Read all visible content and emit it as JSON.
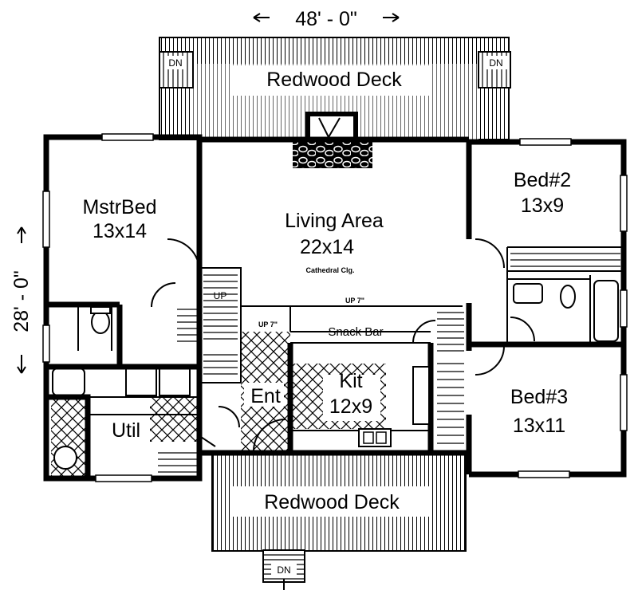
{
  "dimensions": {
    "width": "48' - 0\"",
    "depth": "28' - 0\""
  },
  "rooms": {
    "deck_top": "Redwood Deck",
    "deck_bottom": "Redwood Deck",
    "master_bed": {
      "name": "MstrBed",
      "size": "13x14"
    },
    "living": {
      "name": "Living Area",
      "size": "22x14",
      "note": "Cathedral Clg."
    },
    "bed2": {
      "name": "Bed#2",
      "size": "13x9"
    },
    "bed3": {
      "name": "Bed#3",
      "size": "13x11"
    },
    "kitchen": {
      "name": "Kit",
      "size": "12x9"
    },
    "entry": "Ent",
    "utility": "Util",
    "snack_bar": "Snack Bar"
  },
  "stairs": {
    "dn_left": "DN",
    "dn_right": "DN",
    "dn_bottom": "DN",
    "up_stair": "UP",
    "up_7_top": "UP 7\"",
    "up_7_left": "UP 7\""
  }
}
